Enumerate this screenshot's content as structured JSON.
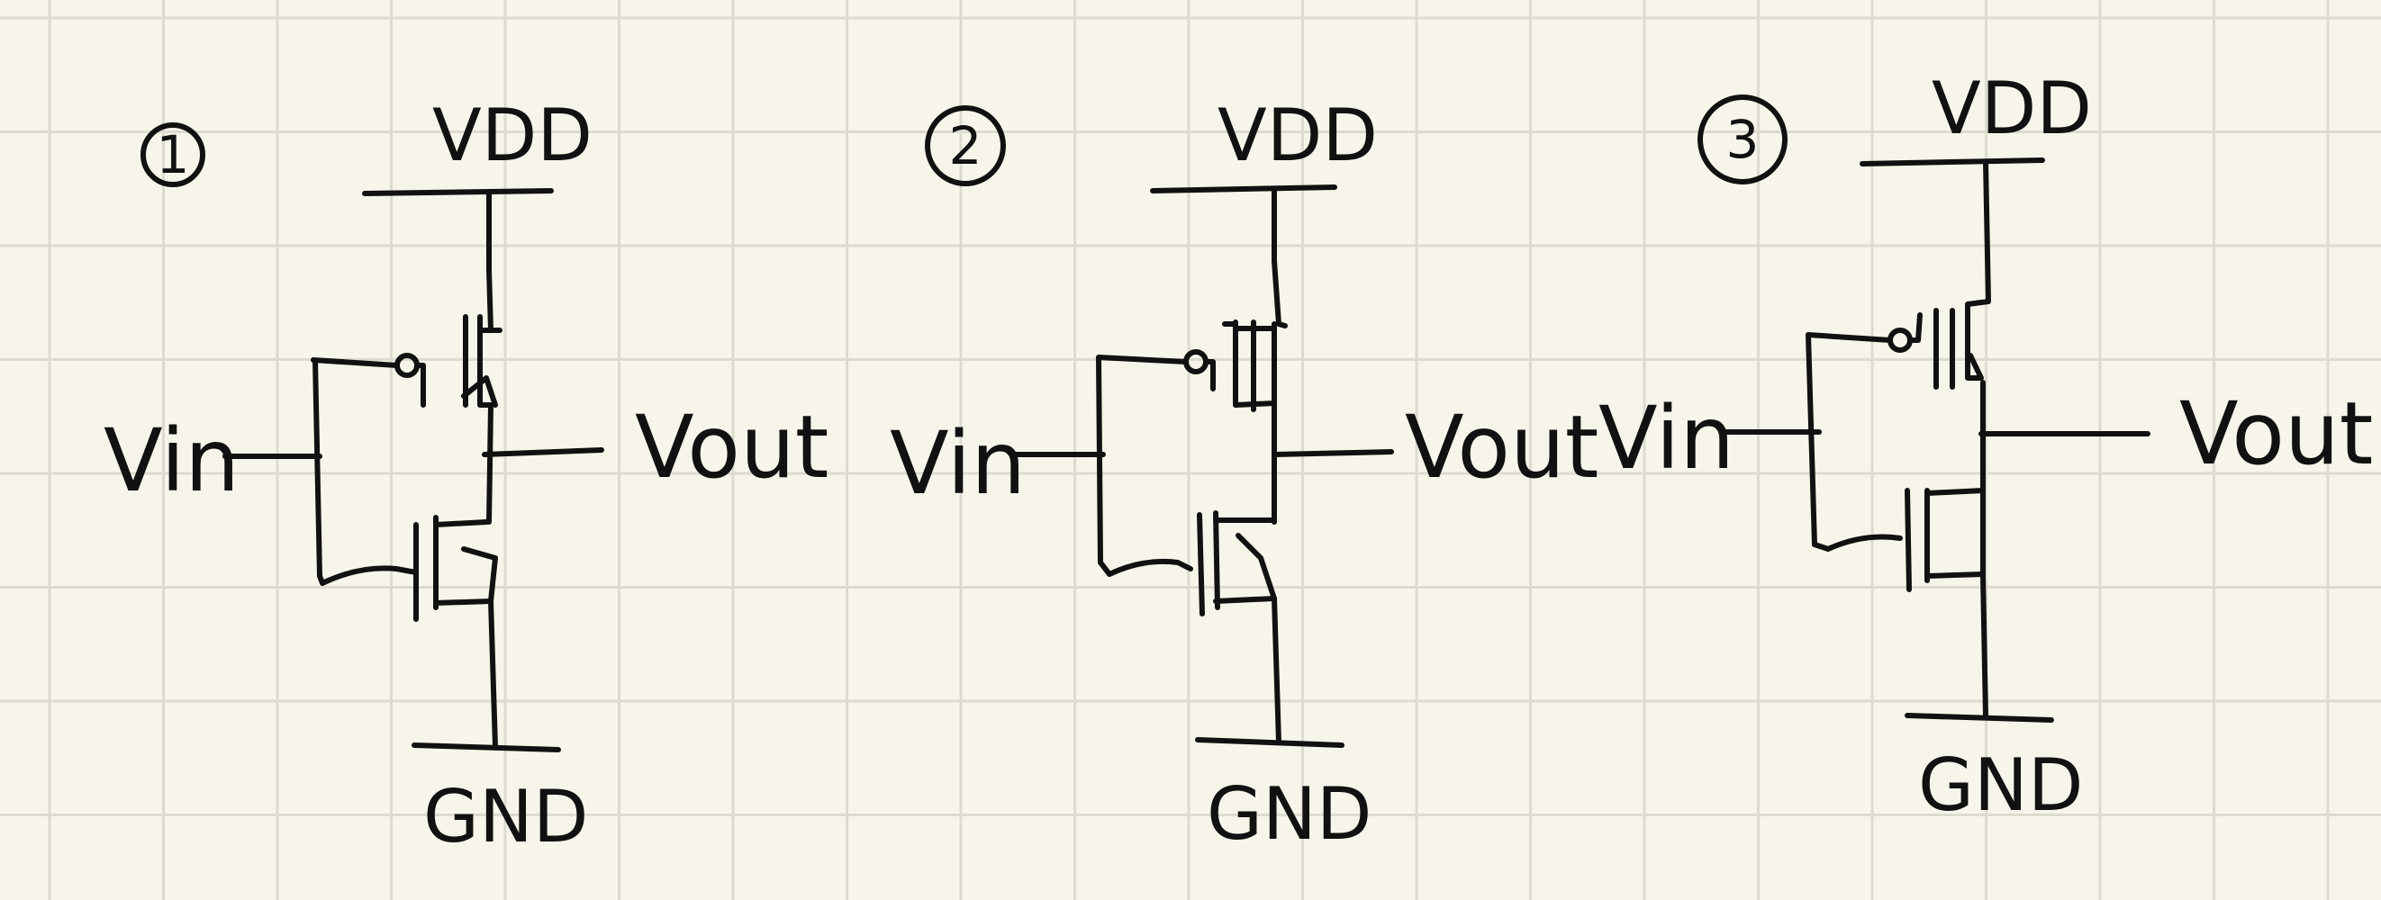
{
  "circuits": [
    {
      "number": "1",
      "vdd_label": "VDD",
      "gnd_label": "GND",
      "vin_label": "Vin",
      "vout_label": "Vout"
    },
    {
      "number": "2",
      "vdd_label": "VDD",
      "gnd_label": "GND",
      "vin_label": "Vin",
      "vout_label": "Vout"
    },
    {
      "number": "3",
      "vdd_label": "VDD",
      "gnd_label": "GND",
      "vin_label": "Vin",
      "vout_label": "Vout"
    }
  ],
  "colors": {
    "paper": "#f7f5ea",
    "grid": "#dddbd0",
    "ink": "#111111"
  }
}
